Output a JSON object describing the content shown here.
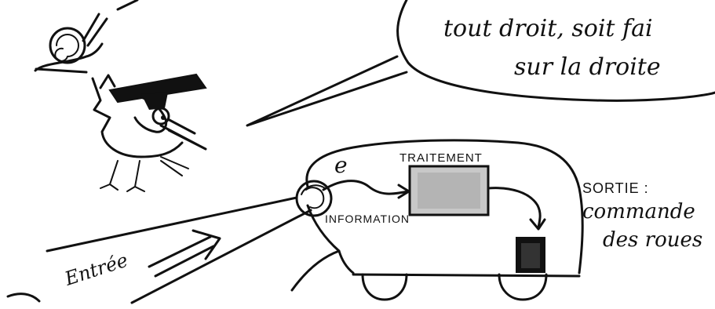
{
  "speech_bubble": {
    "line1": "tout droit, soit fai",
    "line2": "sur la droite"
  },
  "robot": {
    "e_label": "e",
    "traitement_label": "TRAITEMENT",
    "information_label": "INFORMATION"
  },
  "labels": {
    "sortie_line1": "SORTIE :",
    "sortie_line2": "commande",
    "sortie_line3": "des roues",
    "entree": "Entrée"
  },
  "icons": [
    "snail-icon",
    "bird-icon",
    "graduation-cap-icon",
    "arrow-icon",
    "wheel-icon",
    "processing-box-icon",
    "output-box-icon",
    "sensor-eye-icon"
  ]
}
